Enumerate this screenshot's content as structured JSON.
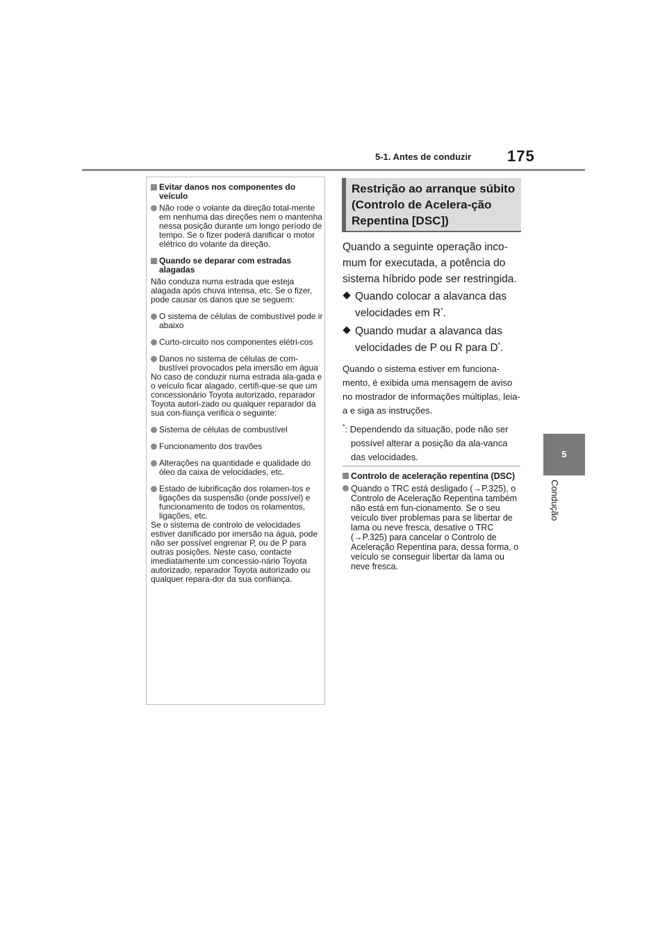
{
  "header": {
    "section": "5-1. Antes de conduzir",
    "page_number": "175"
  },
  "side": {
    "chapter": "5",
    "label": "Condução"
  },
  "notebox": {
    "h1": "Evitar danos nos componentes do veículo",
    "b1": "Não rode o volante da direção total-mente em nenhuma das direções nem o mantenha nessa posição durante um longo período de tempo. Se o fizer poderá danificar o motor elétrico do volante da direção.",
    "h2": "Quando se deparar com estradas alagadas",
    "p1": "Não conduza numa estrada que esteja alagada após chuva intensa, etc. Se o fizer, pode causar os danos que se seguem:",
    "b2": "O sistema de células de combustível pode ir abaixo",
    "b3": "Curto-circuito nos componentes elétri-cos",
    "b4": "Danos no sistema de células de com-bustível provocados pela imersão em água",
    "p2": "No caso de conduzir numa estrada ala-gada e o veículo ficar alagado, certifi-que-se que um concessionário Toyota autorizado, reparador Toyota autori-zado ou qualquer reparador da sua con-fiança verifica o seguinte:",
    "b5": "Sistema de células de combustível",
    "b6": "Funcionamento dos travões",
    "b7": "Alterações na quantidade e qualidade do óleo da caixa de velocidades, etc.",
    "b8": "Estado de lubrificação dos rolamen-tos e ligações da suspensão (onde possível) e funcionamento de todos os rolamentos, ligações, etc.",
    "p3": "Se o sistema de controlo de velocidades estiver danificado por imersão na água, pode não ser possível engrenar P, ou de P para outras posições. Neste caso, contacte imediatamente um concessio-nário Toyota autorizado, reparador Toyota autorizado ou qualquer repara-dor da sua confiança."
  },
  "section": {
    "title": "Restrição ao arranque súbito (Controlo de Acelera-ção Repentina [DSC])",
    "intro": "Quando a seguinte operação inco-mum for executada, a potência do sistema híbrido pode ser restringida.",
    "bullet1": "Quando colocar a alavanca das velocidades em R",
    "bullet2": "Quando mudar a alavanca das velocidades de P ou R para D",
    "asterisk": "*",
    "period": ".",
    "info": "Quando o sistema estiver em funciona-mento, é exibida uma mensagem de aviso no mostrador de informações múltiplas, leia-a e siga as instruções.",
    "footnote": ": Dependendo da situação, pode não ser possível alterar a posição da ala-vanca das velocidades."
  },
  "right_notes": {
    "h": "Controlo de aceleração repentina (DSC)",
    "b": "Quando o TRC está desligado (→P.325), o Controlo de Aceleração Repentina também não está em fun-cionamento. Se o seu veículo tiver problemas para se libertar de lama ou neve fresca, desative o TRC (→P.325) para cancelar o Controlo de Aceleração Repentina para, dessa forma, o veículo se conseguir libertar da lama ou neve fresca."
  }
}
